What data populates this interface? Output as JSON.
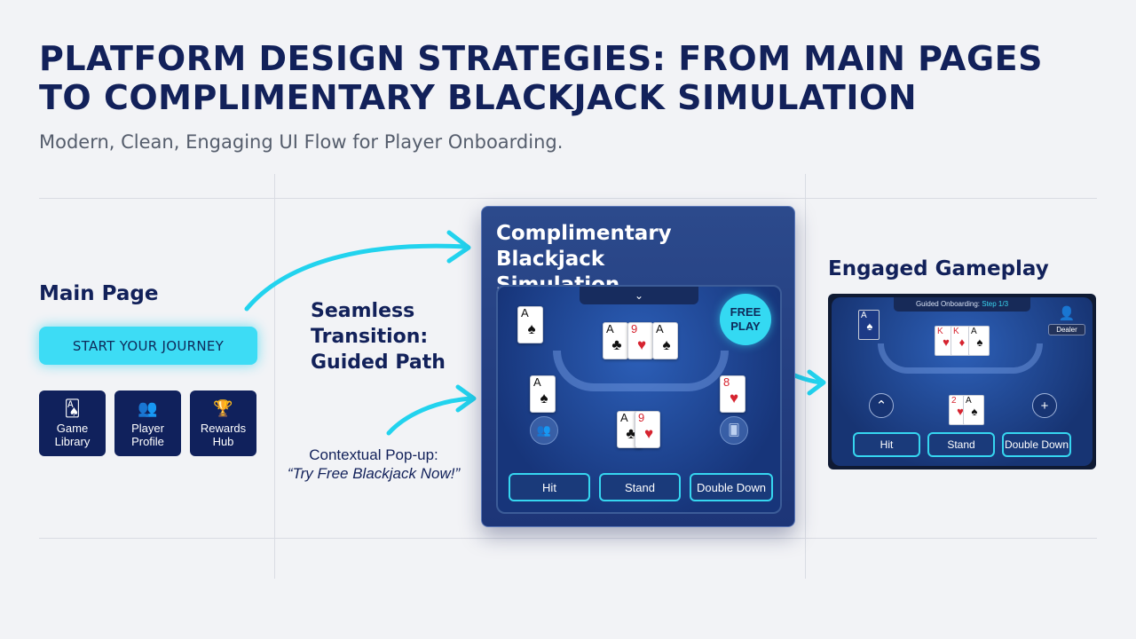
{
  "header": {
    "title": "PLATFORM DESIGN STRATEGIES: FROM MAIN PAGES TO COMPLIMENTARY BLACKJACK SIMULATION",
    "subtitle": "Modern, Clean, Engaging UI Flow for Player Onboarding."
  },
  "main_page": {
    "label": "Main Page",
    "cta_label": "START YOUR JOURNEY",
    "tiles": [
      {
        "label": "Game Library",
        "icon": "cards-icon"
      },
      {
        "label": "Player Profile",
        "icon": "users-icon"
      },
      {
        "label": "Rewards Hub",
        "icon": "trophy-icon"
      }
    ]
  },
  "transition": {
    "label": "Seamless Transition: Guided Path",
    "popup_label": "Contextual Pop-up:",
    "popup_quote": "“Try Free Blackjack Now!”"
  },
  "simulation": {
    "title": "Complimentary Blackjack Simulation",
    "badge": "FREE PLAY",
    "actions": [
      "Hit",
      "Stand",
      "Double Down"
    ],
    "cards": {
      "top_left": "A♠",
      "dealer": [
        "A♣",
        "9♥",
        "A♠"
      ],
      "left": "A♠",
      "right": "8♥",
      "bottom": [
        "A♣",
        "9♥"
      ]
    }
  },
  "engaged": {
    "label": "Engaged Gameplay",
    "guided_prefix": "Guided Onboarding:",
    "guided_step": "Step 1/3",
    "dealer_tag": "Dealer",
    "actions": [
      "Hit",
      "Stand",
      "Double Down"
    ]
  },
  "colors": {
    "accent": "#3ddcf5",
    "navy": "#12215a",
    "table": "#1d3577"
  }
}
